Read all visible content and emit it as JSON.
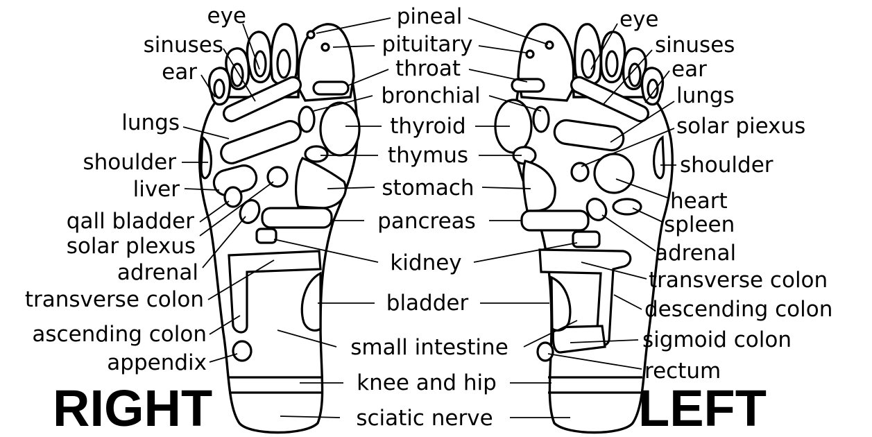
{
  "titles": {
    "right": "RIGHT",
    "left": "LEFT"
  },
  "center_labels": {
    "pineal": "pineal",
    "pituitary": "pituitary",
    "throat": "throat",
    "bronchial": "bronchial",
    "thyroid": "thyroid",
    "thymus": "thymus",
    "stomach": "stomach",
    "pancreas": "pancreas",
    "kidney": "kidney",
    "bladder": "bladder",
    "small_intestine": "small intestine",
    "knee_and_hip": "knee and hip",
    "sciatic_nerve": "sciatic nerve"
  },
  "right_foot_labels": {
    "eye": "eye",
    "sinuses": "sinuses",
    "ear": "ear",
    "lungs": "lungs",
    "shoulder": "shoulder",
    "liver": "liver",
    "gall_bladder": "qall bladder",
    "solar_plexus": "solar plexus",
    "adrenal": "adrenal",
    "transverse_colon": "transverse colon",
    "ascending_colon": "ascending colon",
    "appendix": "appendix"
  },
  "left_foot_labels": {
    "eye": "eye",
    "sinuses": "sinuses",
    "ear": "ear",
    "lungs": "lungs",
    "solar_plexus": "solar piexus",
    "shoulder": "shoulder",
    "heart": "heart",
    "spleen": "spleen",
    "adrenal": "adrenal",
    "transverse_colon": "transverse colon",
    "descending_colon": "descending colon",
    "sigmoid_colon": "sigmoid colon",
    "rectum": "rectum"
  }
}
